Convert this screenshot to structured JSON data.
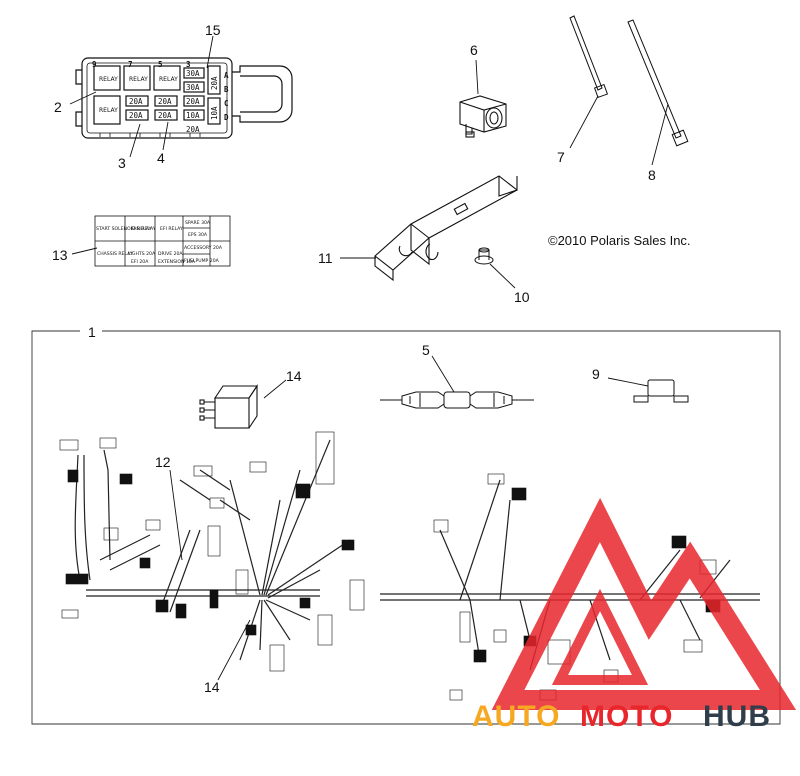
{
  "callouts": {
    "c1": "1",
    "c2": "2",
    "c3": "3",
    "c4": "4",
    "c5": "5",
    "c6": "6",
    "c7": "7",
    "c8": "8",
    "c9": "9",
    "c10": "10",
    "c11": "11",
    "c12": "12",
    "c13": "13",
    "c14a": "14",
    "c14b": "14",
    "c15": "15"
  },
  "copyright": "©2010 Polaris Sales Inc.",
  "fuse_box": {
    "top_numbers": [
      "9",
      "7",
      "5",
      "3"
    ],
    "side_letters": [
      "A",
      "B",
      "C",
      "D"
    ],
    "relay_label": "RELAY",
    "fuses": [
      "30A",
      "30A",
      "20A",
      "20A",
      "20A",
      "20A",
      "20A",
      "10A",
      "20A"
    ],
    "side_fuses": [
      "20A",
      "10A"
    ]
  },
  "label_13": {
    "cells": [
      "START SOLENOID RELAY",
      "FAN RELAY",
      "EFI RELAY",
      "SPARE 30A",
      "EPS 30A",
      "CHASSIS RELAY",
      "LIGHTS 20A",
      "DRIVE 20A",
      "ACCESSORY 20A",
      "EFI 20A",
      "EXTENSION 10A",
      "FUELPUMP 20A"
    ]
  },
  "watermark": {
    "part1": "AUTO",
    "part2": "MOTO",
    "part3": "HUB",
    "color_orange": "#f7a823",
    "color_red": "#e8262c",
    "color_dark": "#2f3e4a"
  }
}
